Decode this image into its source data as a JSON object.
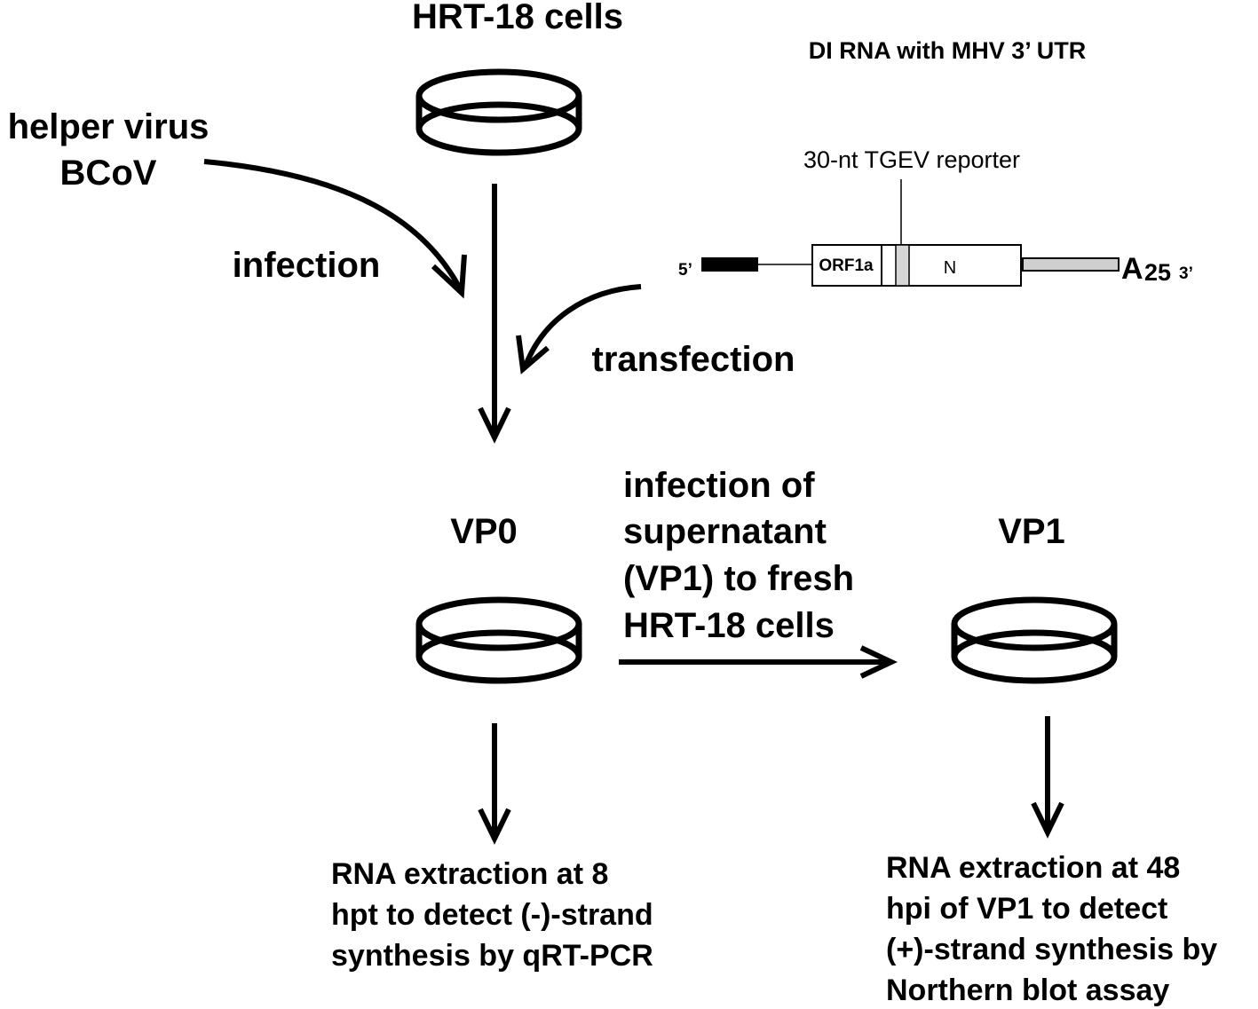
{
  "title_top": "HRT-18 cells",
  "helper": {
    "line1": "helper virus",
    "line2": "BCoV"
  },
  "infection_label": "infection",
  "transfection_label": "transfection",
  "di_rna": {
    "title": "DI RNA with MHV 3’ UTR",
    "reporter_label": "30-nt TGEV reporter",
    "five_prime": "5’",
    "orf_label": "ORF1a",
    "n_label": "N",
    "polya_base": "A",
    "polya_sub": "25",
    "three_prime": "3’"
  },
  "vp0_label": "VP0",
  "vp1_label": "VP1",
  "passage_text": [
    "infection of",
    "supernatant",
    "(VP1) to fresh",
    "HRT-18 cells"
  ],
  "left_result": [
    "RNA extraction at 8",
    "hpt to detect (-)-strand",
    "synthesis by qRT-PCR"
  ],
  "right_result": [
    "RNA extraction at 48",
    "hpi of VP1 to detect",
    "(+)-strand synthesis by",
    "Northern blot assay"
  ]
}
